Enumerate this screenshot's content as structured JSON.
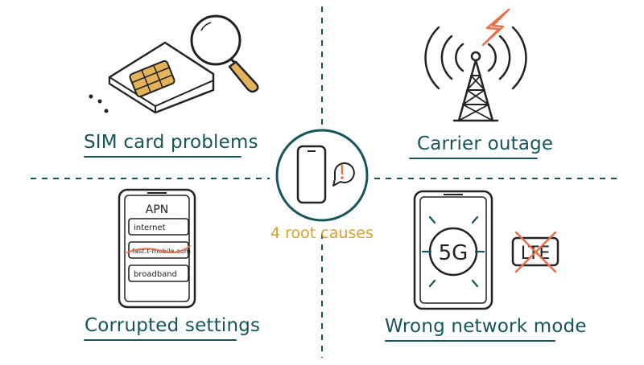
{
  "center": {
    "label": "4 root causes"
  },
  "quadrants": {
    "sim": {
      "label": "SIM card problems"
    },
    "carrier": {
      "label": "Carrier outage"
    },
    "settings": {
      "label": "Corrupted settings",
      "apn_title": "APN",
      "apn_items": [
        "internet",
        "fast.t-mobile.com",
        "broadband"
      ]
    },
    "network": {
      "label": "Wrong network mode",
      "mode_selected": "5G",
      "mode_crossed": "LTE"
    }
  },
  "colors": {
    "ink": "#222222",
    "teal": "#17555a",
    "orange": "#e8704a",
    "gold": "#e4b25a",
    "mustard": "#d9a327"
  }
}
